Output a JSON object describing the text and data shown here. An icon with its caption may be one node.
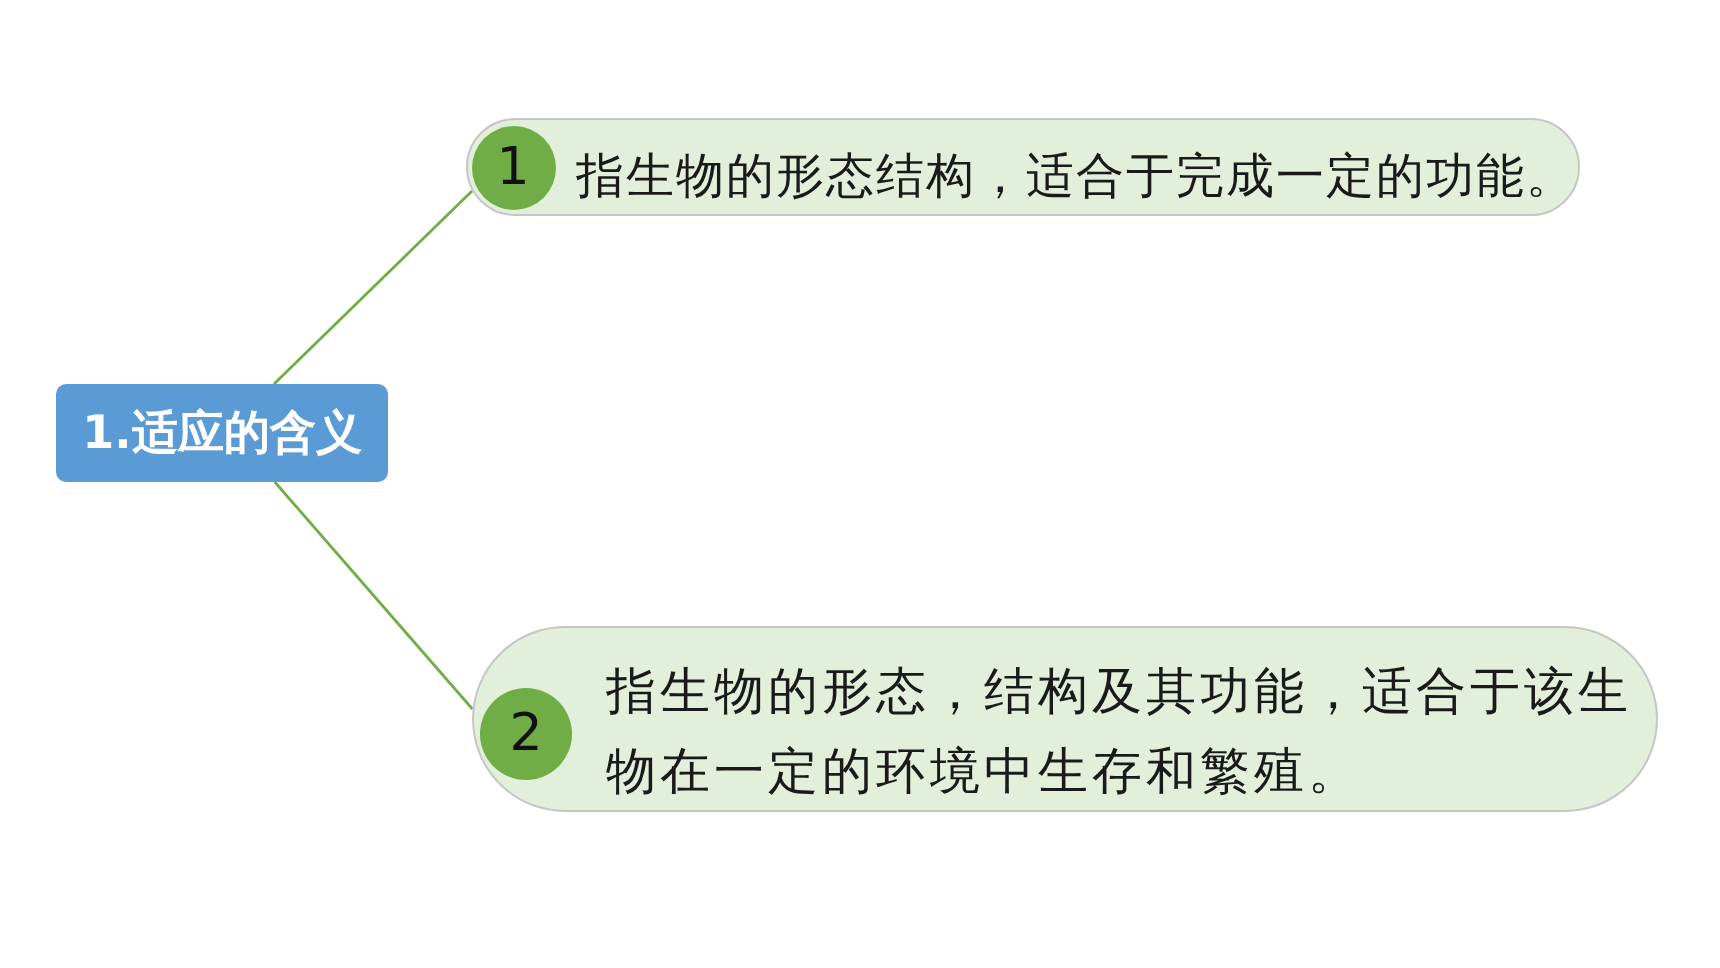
{
  "diagram": {
    "nodes": [
      {
        "text": [
          "1.适应的含义"
        ]
      },
      {
        "text": [
          "指生物的形态结构，适合于完成一定的功能。"
        ]
      },
      {
        "text": [
          "1"
        ],
        "in": 1
      },
      {
        "text": [
          "指生物的形态，结构及其功能，适合于该生物在一定的环境中生存和繁殖。"
        ]
      },
      {
        "text": [
          "2"
        ],
        "in": 3
      }
    ],
    "edges": [
      {
        "from": 0,
        "to": 1,
        "arrow": "none"
      },
      {
        "from": 0,
        "to": 3,
        "arrow": "none"
      }
    ]
  }
}
